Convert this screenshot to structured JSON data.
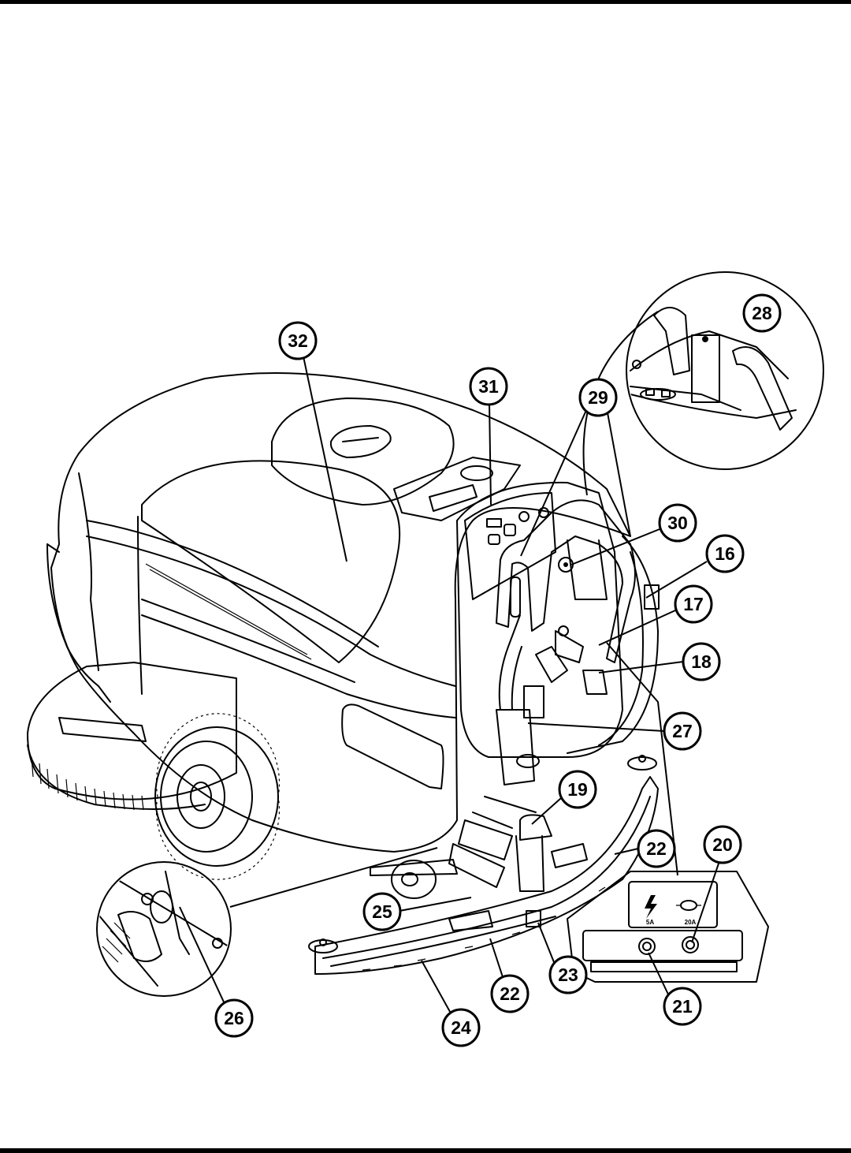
{
  "callouts": [
    {
      "id": "c16",
      "label": "16"
    },
    {
      "id": "c17",
      "label": "17"
    },
    {
      "id": "c18",
      "label": "18"
    },
    {
      "id": "c19",
      "label": "19"
    },
    {
      "id": "c20",
      "label": "20"
    },
    {
      "id": "c21",
      "label": "21"
    },
    {
      "id": "c22a",
      "label": "22"
    },
    {
      "id": "c22b",
      "label": "22"
    },
    {
      "id": "c23",
      "label": "23"
    },
    {
      "id": "c24",
      "label": "24"
    },
    {
      "id": "c25",
      "label": "25"
    },
    {
      "id": "c26",
      "label": "26"
    },
    {
      "id": "c27",
      "label": "27"
    },
    {
      "id": "c28",
      "label": "28"
    },
    {
      "id": "c29",
      "label": "29"
    },
    {
      "id": "c30",
      "label": "30"
    },
    {
      "id": "c31",
      "label": "31"
    },
    {
      "id": "c32",
      "label": "32"
    }
  ],
  "charger_panel": {
    "left_rating": "5A",
    "right_rating": "20A"
  }
}
